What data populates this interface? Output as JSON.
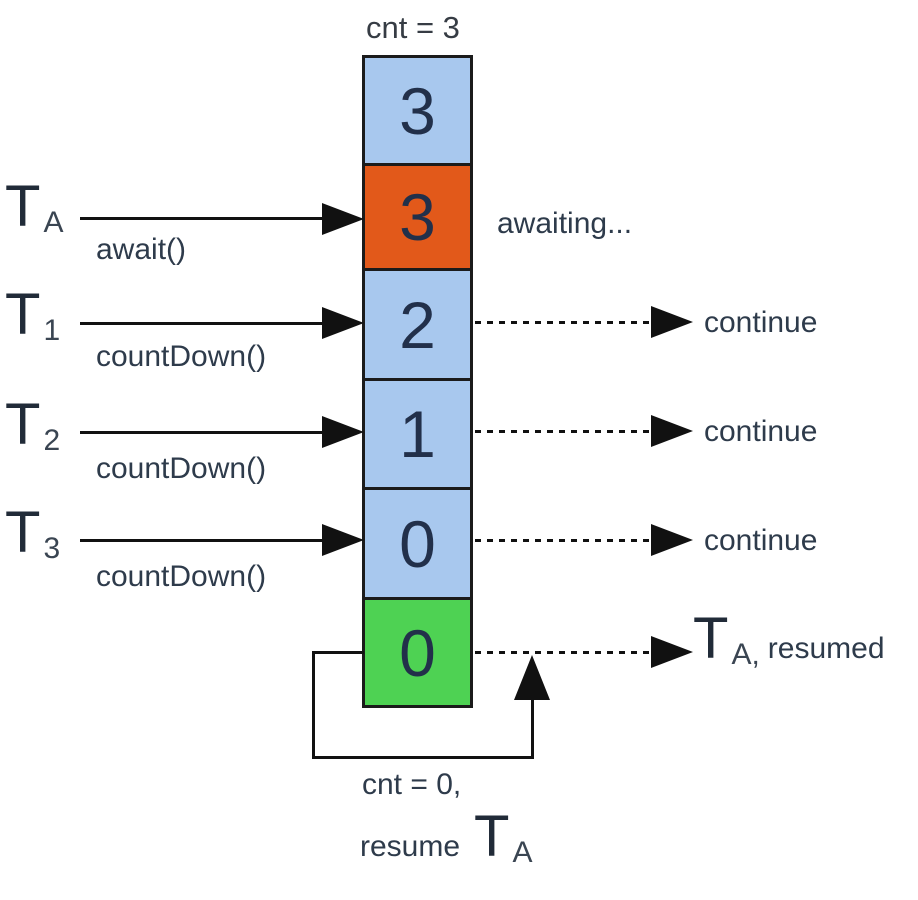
{
  "title": "cnt = 3",
  "colors": {
    "blue": "#a8c8ee",
    "orange": "#e2591a",
    "green": "#4ed253",
    "border": "#1b1b1b",
    "arrow": "#111111",
    "text": "#2e3b4b"
  },
  "stack": {
    "cells": [
      {
        "value": "3",
        "color": "blue"
      },
      {
        "value": "3",
        "color": "orange"
      },
      {
        "value": "2",
        "color": "blue"
      },
      {
        "value": "1",
        "color": "blue"
      },
      {
        "value": "0",
        "color": "blue"
      },
      {
        "value": "0",
        "color": "green"
      }
    ]
  },
  "threads": [
    {
      "name": "T",
      "sub": "A",
      "action": "await()"
    },
    {
      "name": "T",
      "sub": "1",
      "action": "countDown()"
    },
    {
      "name": "T",
      "sub": "2",
      "action": "countDown()"
    },
    {
      "name": "T",
      "sub": "3",
      "action": "countDown()"
    }
  ],
  "right": {
    "awaiting": "awaiting...",
    "continues": [
      "continue",
      "continue",
      "continue"
    ],
    "resumed_t": "T",
    "resumed_sub": "A,",
    "resumed_rest": "resumed"
  },
  "loop": {
    "line1": "cnt = 0,",
    "line2_prefix": "resume",
    "line2_t": "T",
    "line2_sub": "A"
  }
}
